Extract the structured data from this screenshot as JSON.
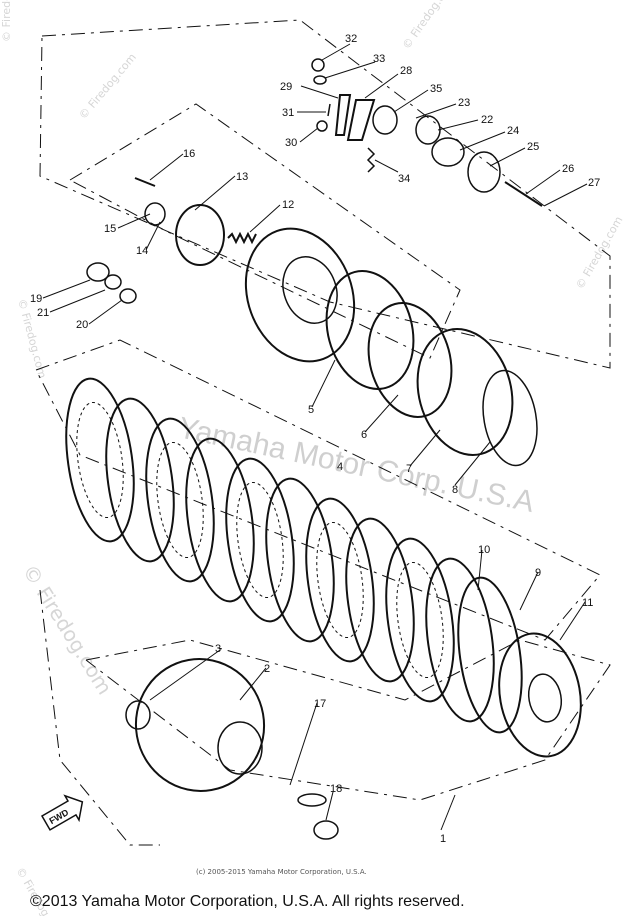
{
  "diagram": {
    "part_numbers": [
      "1",
      "2",
      "3",
      "4",
      "5",
      "6",
      "7",
      "8",
      "9",
      "10",
      "11",
      "12",
      "13",
      "14",
      "15",
      "16",
      "17",
      "18",
      "19",
      "20",
      "21",
      "22",
      "23",
      "24",
      "25",
      "26",
      "27",
      "28",
      "29",
      "30",
      "31",
      "32",
      "33",
      "34",
      "35"
    ],
    "front_marker": "FWD",
    "center_watermark": "Yamaha Motor Corp. U.S.A",
    "side_watermark": "© Firedog.com",
    "corner_watermarks": [
      "© Firedog.com",
      "© Firedog.com",
      "© Firedog.com",
      "© Firedog.com",
      "© Firedog.com",
      "© Firedog.com"
    ],
    "small_copyright": "(c) 2005-2015 Yamaha Motor Corporation, U.S.A.",
    "footer_copyright": "©2013 Yamaha Motor Corporation, U.S.A. All rights reserved."
  }
}
